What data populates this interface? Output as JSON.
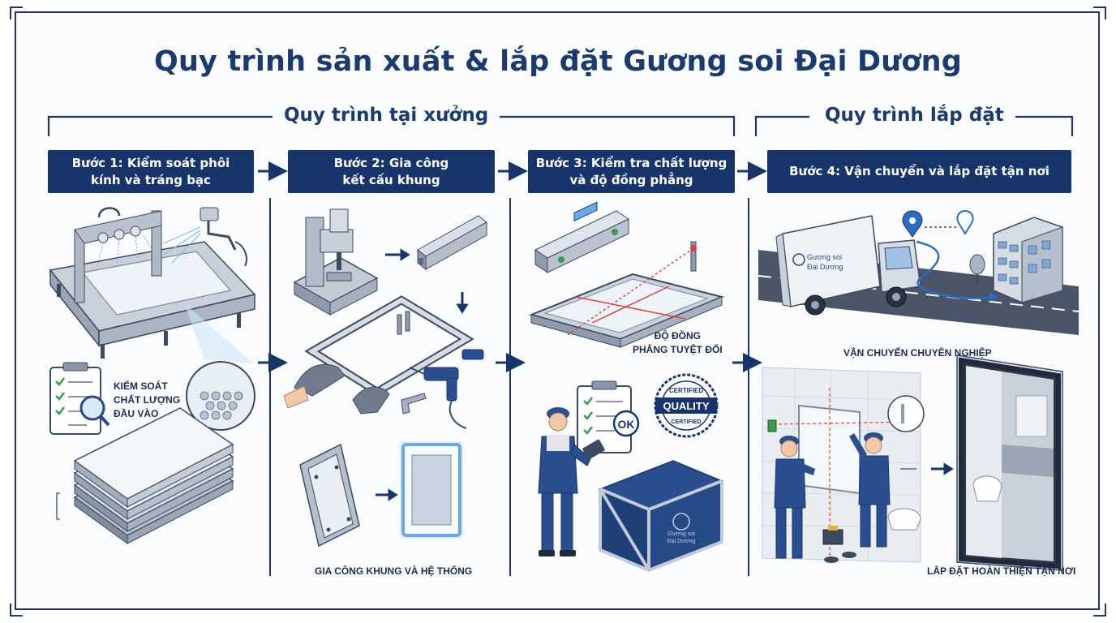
{
  "title": "Quy trình sản xuất & lắp đặt Gương soi Đại Dương",
  "sections": {
    "workshop": "Quy trình tại xưởng",
    "install": "Quy trình lắp đặt"
  },
  "steps": [
    {
      "label_line1": "Bước 1: Kiểm soát phôi",
      "label_line2": "kính và tráng bạc"
    },
    {
      "label_line1": "Bước 2: Gia công",
      "label_line2": "kết cấu khung"
    },
    {
      "label_line1": "Bước 3: Kiểm tra chất lượng",
      "label_line2": "và độ đồng phẳng"
    },
    {
      "label_line1": "Bước 4: Vận chuyển và lắp đặt tận nơi"
    }
  ],
  "captions": {
    "input_control": [
      "KIỂM SOÁT",
      "CHẤT LƯỢNG",
      "ĐẦU VÀO"
    ],
    "frame_system": "GIA CÔNG KHUNG VÀ HỆ THỐNG",
    "flatness": [
      "ĐỘ ĐỒNG",
      "PHẲNG TUYỆT ĐỐI"
    ],
    "transport": "VẬN CHUYỂN CHUYÊN NGHIỆP",
    "install_done": "LẮP ĐẶT HOÀN THIỆN TẬN NƠI"
  },
  "badges": {
    "quality_top": "CERTIFIED",
    "quality_main": "QUALITY",
    "quality_bottom": "CERTIFIED",
    "ok": "OK"
  },
  "branding": {
    "truck_line1": "Gương soi",
    "truck_line2": "Đại Dương",
    "crate_line1": "Gương soi",
    "crate_line2": "Đại Dương"
  },
  "colors": {
    "navy": "#17356a",
    "accent_blue": "#2b6cc4",
    "laser_red": "#d9443c",
    "check_green": "#3a9a4a"
  }
}
